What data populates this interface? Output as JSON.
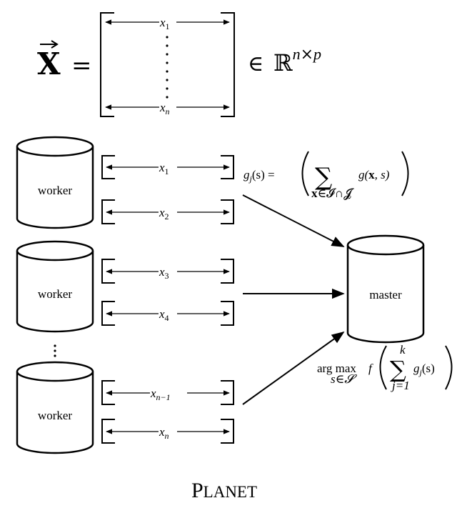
{
  "matrix": {
    "symbol": "X",
    "equals": "=",
    "top_row": {
      "var": "x",
      "sub": "1"
    },
    "bottom_row": {
      "var": "x",
      "sub": "n"
    },
    "membership": "∈",
    "space": "ℝ",
    "space_exp_n": "n",
    "space_exp_times": "×",
    "space_exp_p": "p"
  },
  "workers": [
    {
      "label": "worker",
      "rows": [
        {
          "var": "x",
          "sub": "1"
        },
        {
          "var": "x",
          "sub": "2"
        }
      ]
    },
    {
      "label": "worker",
      "rows": [
        {
          "var": "x",
          "sub": "3"
        },
        {
          "var": "x",
          "sub": "4"
        }
      ]
    },
    {
      "label": "worker",
      "rows": [
        {
          "var": "x",
          "sub": "n−1"
        },
        {
          "var": "x",
          "sub": "n"
        }
      ]
    }
  ],
  "vertical_ellipsis": "⋮",
  "master": {
    "label": "master"
  },
  "formula_g": {
    "g": "g",
    "g_sub": "j",
    "g_arg": "(s) =",
    "sum": "∑",
    "sum_sub_bold": "x",
    "sum_sub_rest": "∈𝓘∩𝓙",
    "body": "g(",
    "body_bold": "x",
    "body_end": ", s)"
  },
  "formula_argmax": {
    "op": "arg max",
    "op_sub": "s∈𝓢",
    "f": "f",
    "sum": "∑",
    "sum_top": "k",
    "sum_bottom": "j=1",
    "g": "g",
    "g_sub": "j",
    "g_arg": "(s)"
  },
  "caption": {
    "big_p": "P",
    "rest": "LANET"
  },
  "colors": {
    "ink": "#000000",
    "background": "#ffffff"
  }
}
